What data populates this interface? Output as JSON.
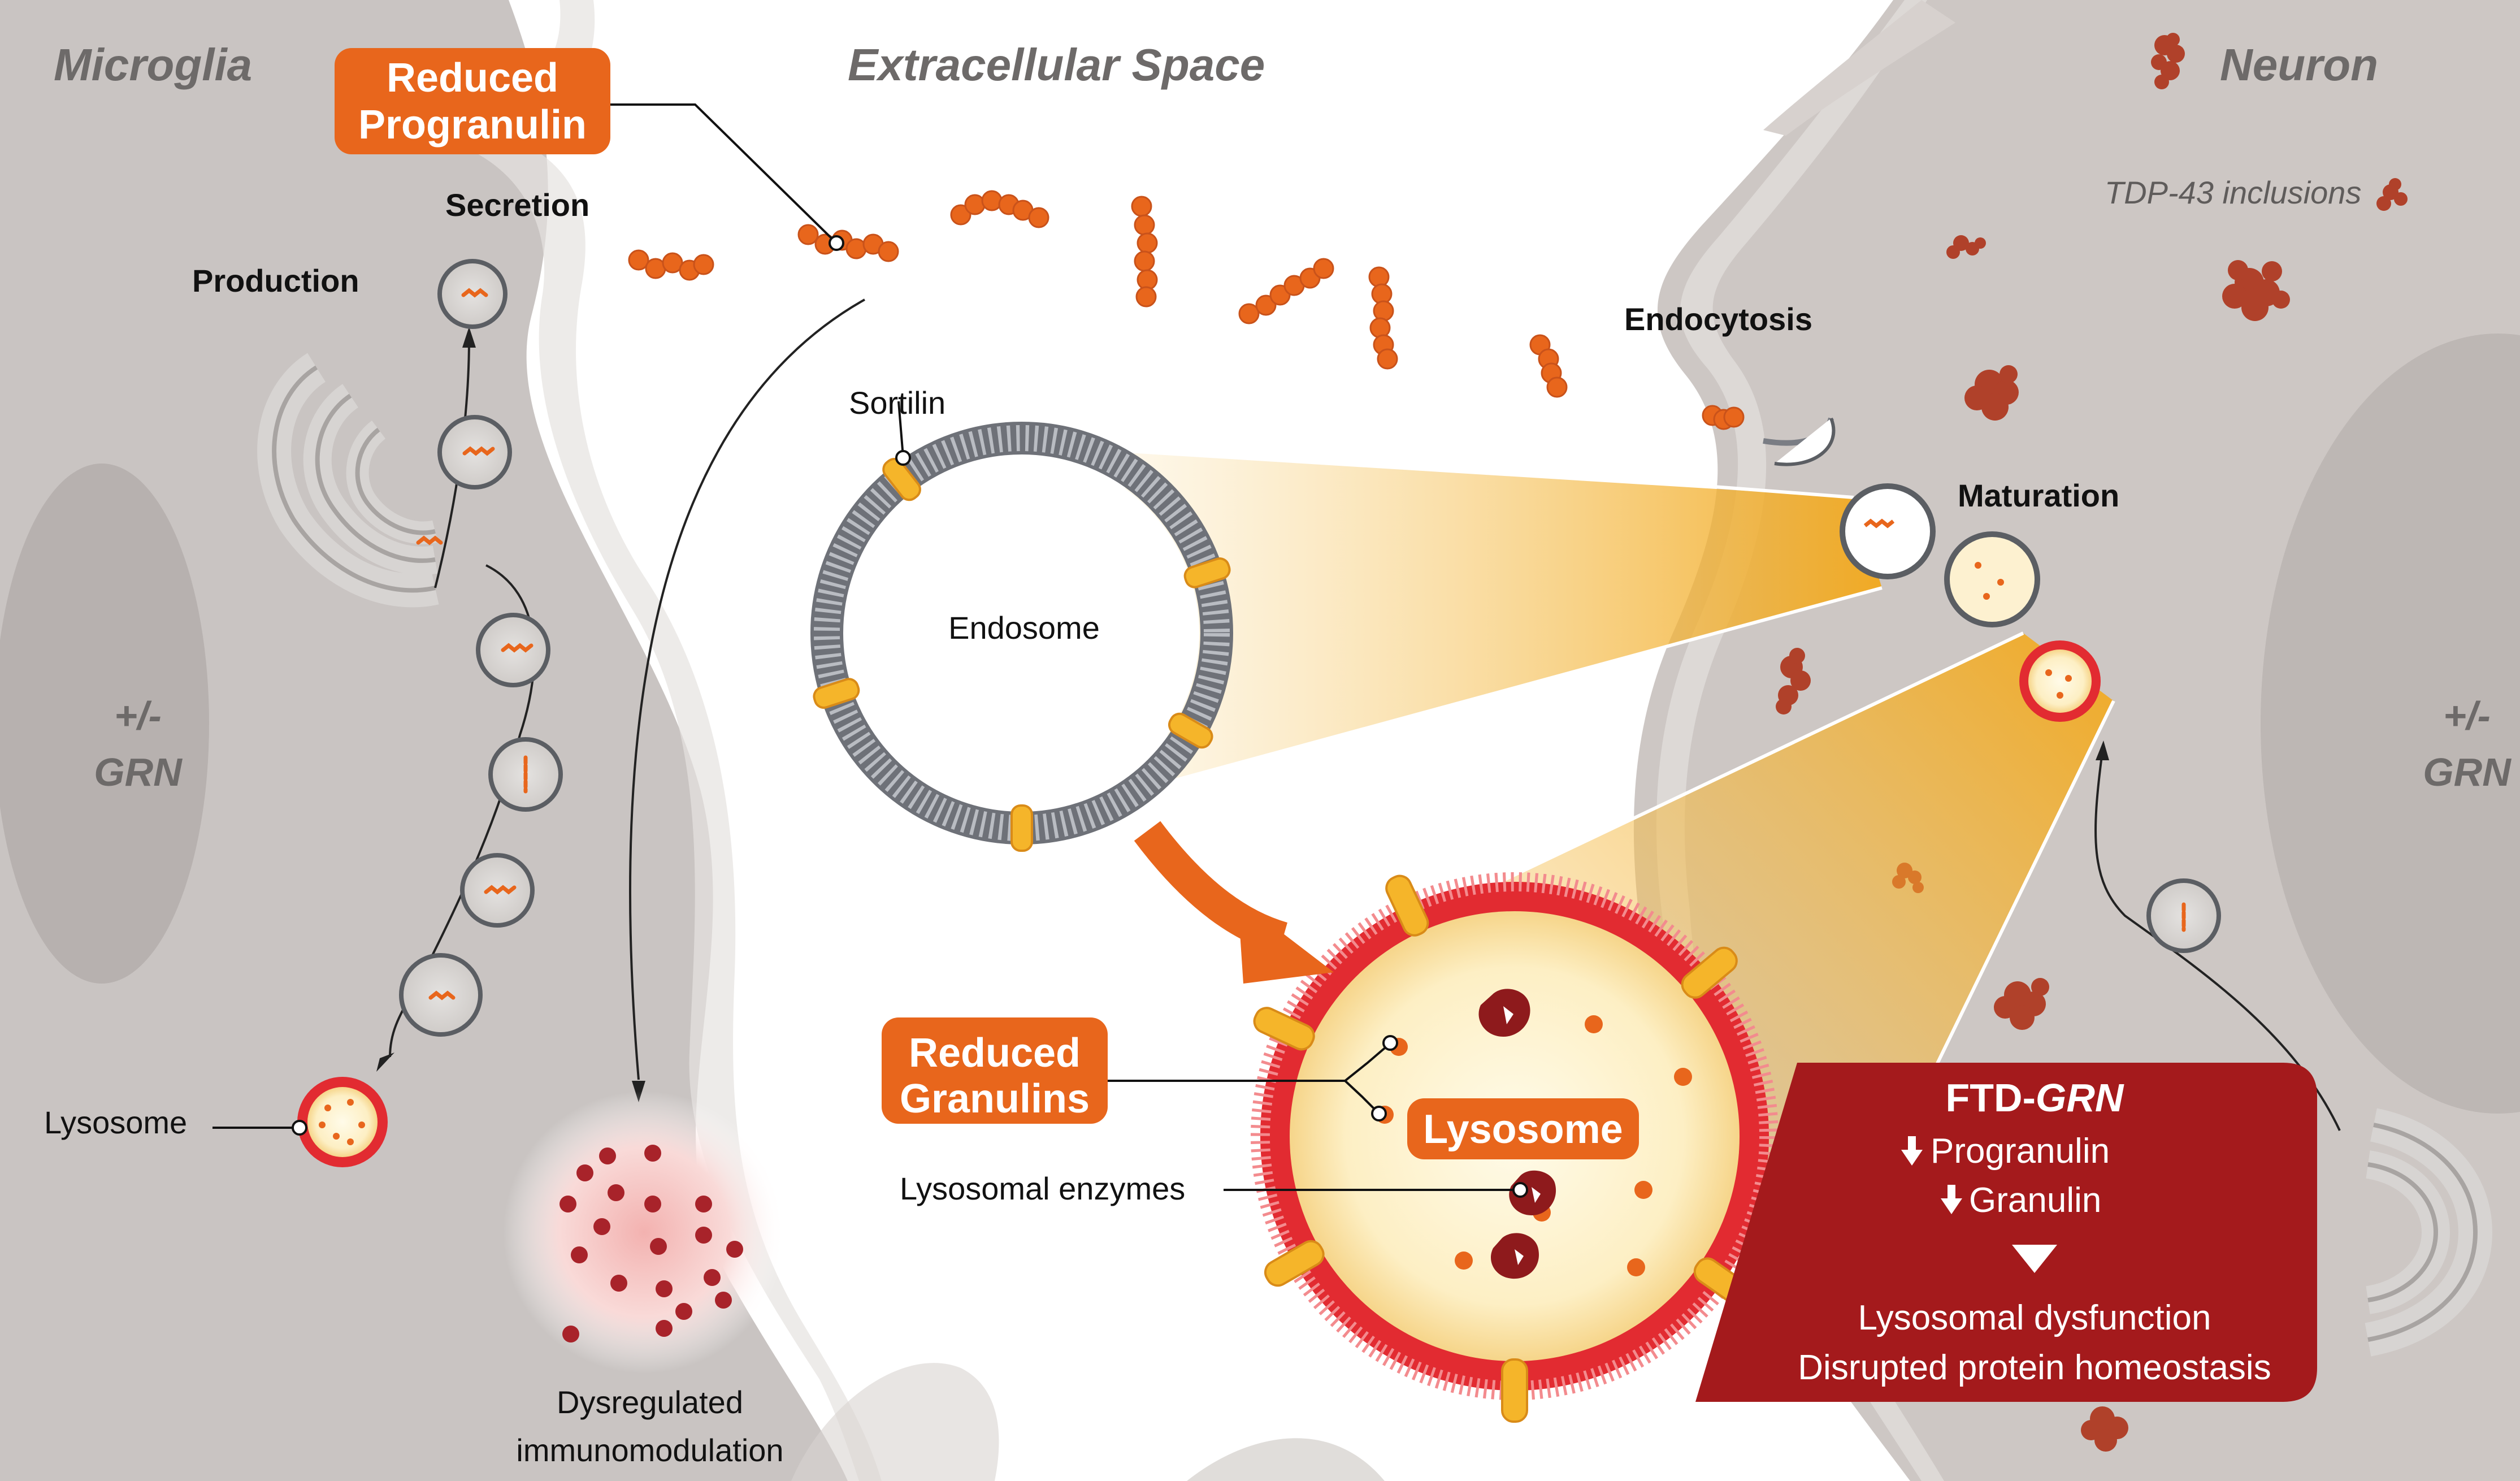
{
  "regions": {
    "microglia": "Microglia",
    "extracellular": "Extracellular Space",
    "neuron": "Neuron"
  },
  "callouts": {
    "reduced_progranulin": [
      "Reduced",
      "Progranulin"
    ],
    "reduced_granulins": [
      "Reduced",
      "Granulins"
    ],
    "lysosome_center": "Lysosome"
  },
  "labels": {
    "secretion": "Secretion",
    "production": "Production",
    "endocytosis": "Endocytosis",
    "maturation": "Maturation",
    "sortilin": "Sortilin",
    "endosome": "Endosome",
    "lysosome_left": "Lysosome",
    "lysosomal_enzymes": "Lysosomal enzymes",
    "tdp43": "TDP-43 inclusions",
    "grn_left": [
      "+/-",
      "GRN"
    ],
    "grn_right": [
      "+/-",
      "GRN"
    ],
    "dysregulated": [
      "Dysregulated",
      "immunomodulation"
    ]
  },
  "ftd_box": {
    "title_prefix": "FTD-",
    "title_gene": "GRN",
    "line1": "Progranulin",
    "line2": "Granulin",
    "arrow": "down",
    "out1": "Lysosomal dysfunction",
    "out2": "Disrupted protein homeostasis"
  },
  "colors": {
    "orange": "#e8661c",
    "cell_gray": "#c8c3c1",
    "dark_red": "#a41a1c",
    "lysosome_red": "#e22b31",
    "gold": "#f5b52a",
    "membrane_gray": "#7a7d84"
  }
}
